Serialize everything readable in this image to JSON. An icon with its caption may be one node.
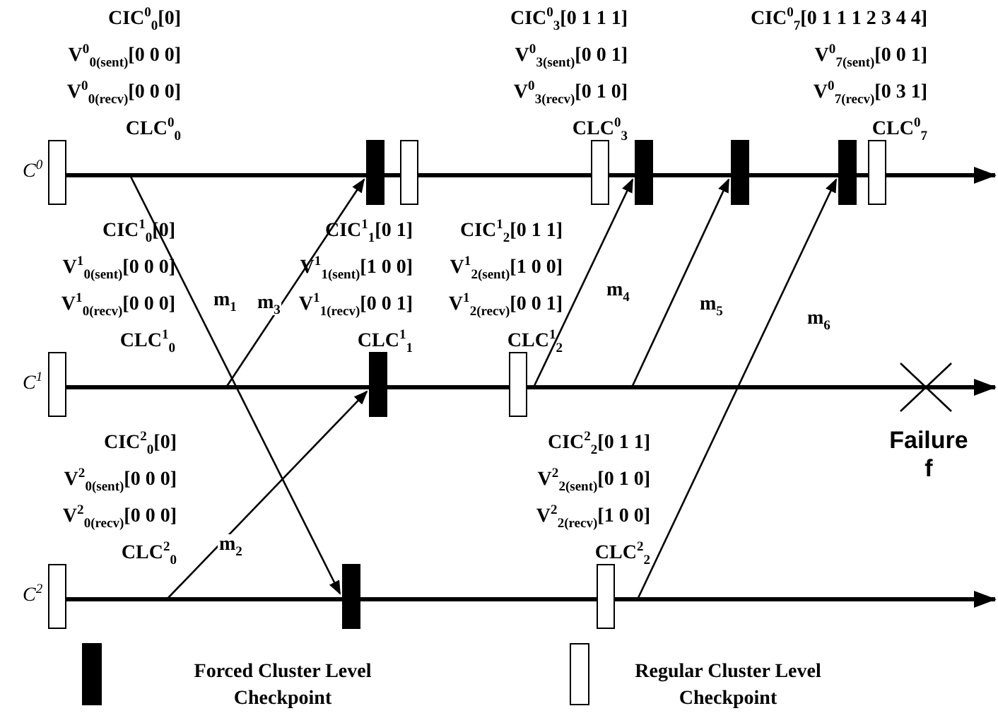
{
  "diagram": {
    "nodes": [
      {
        "text": [],
        "shape": "bar",
        "beside": [
          "CIC$^{0}$$_{0}$[0]",
          "V$^{0}$$_{0(sent)}$[0 0 0]",
          "V$^{0}$$_{0(recv)}$[0 0 0]",
          "CLC$^{0}$$_{0}$"
        ]
      },
      {
        "text": [],
        "shape": "bar"
      },
      {
        "text": [],
        "shape": "bar"
      },
      {
        "text": [],
        "shape": "bar",
        "beside": [
          "CIC$^{0}$$_{3}$[0 1 1 1]",
          "V$^{0}$$_{3(sent)}$[0 0 1]",
          "V$^{0}$$_{3(recv)}$[0 1 0]",
          "CLC$^{0}$$_{3}$"
        ]
      },
      {
        "text": [],
        "shape": "bar"
      },
      {
        "text": [],
        "shape": "bar"
      },
      {
        "text": [],
        "shape": "bar"
      },
      {
        "text": [],
        "shape": "bar",
        "beside": [
          "CIC$^{0}$$_{7}$[0 1 1 1 2 3 4 4]",
          "V$^{0}$$_{7(sent)}$[0 0 1]",
          "V$^{0}$$_{7(recv)}$[0 3 1]",
          "CLC$^{0}$$_{7}$"
        ]
      },
      {
        "text": [],
        "shape": "bar",
        "beside": [
          "CIC$^{1}$$_{0}$[0]",
          "V$^{1}$$_{0(sent)}$[0 0 0]",
          "V$^{1}$$_{0(recv)}$[0 0 0]",
          "CLC$^{1}$$_{0}$"
        ]
      },
      {
        "text": [],
        "shape": "bar",
        "beside": [
          "CIC$^{1}$$_{1}$[0 1]",
          "V$^{1}$$_{1(sent)}$[1 0 0]",
          "V$^{1}$$_{1(recv)}$[0 0 1]",
          "CLC$^{1}$$_{1}$"
        ]
      },
      {
        "text": [],
        "shape": "bar",
        "beside": [
          "CIC$^{1}$$_{2}$[0 1 1]",
          "V$^{1}$$_{2(sent)}$[1 0 0]",
          "V$^{1}$$_{2(recv)}$[0 0 1]",
          "CLC$^{1}$$_{2}$"
        ]
      },
      {
        "text": [],
        "shape": "bar",
        "beside": [
          "CIC$^{2}$$_{0}$[0]",
          "V$^{2}$$_{0(sent)}$[0 0 0]",
          "V$^{2}$$_{0(recv)}$[0 0 0]",
          "CLC$^{2}$$_{0}$"
        ]
      },
      {
        "text": [],
        "shape": "bar"
      },
      {
        "text": [],
        "shape": "bar",
        "beside": [
          "CIC$^{2}$$_{2}$[0 1 1]",
          "V$^{2}$$_{2(sent)}$[0 1 0]",
          "V$^{2}$$_{2(recv)}$[1 0 0]",
          "CLC$^{2}$$_{2}$"
        ]
      }
    ],
    "edges": [
      {
        "from": null,
        "to": 12,
        "arrow": "to",
        "label": "m$_{1}$"
      },
      {
        "from": null,
        "to": 1,
        "arrow": "to",
        "label": "m$_{3}$"
      },
      {
        "from": null,
        "to": 9,
        "arrow": "to",
        "label": "m$_{2}$"
      },
      {
        "from": 10,
        "to": 4,
        "arrow": "to",
        "label": "m$_{4}$"
      },
      {
        "from": null,
        "to": 5,
        "arrow": "to",
        "label": "m$_{5}$"
      },
      {
        "from": null,
        "to": 6,
        "arrow": "to",
        "label": "m$_{6}$"
      }
    ],
    "labels": [
      "C$^{0}$",
      "C$^{1}$",
      "C$^{2}$",
      "Failure f"
    ],
    "legend": [
      {
        "text": "Forced Cluster Level Checkpoint"
      },
      {
        "text": "Regular Cluster Level Checkpoint"
      }
    ]
  }
}
